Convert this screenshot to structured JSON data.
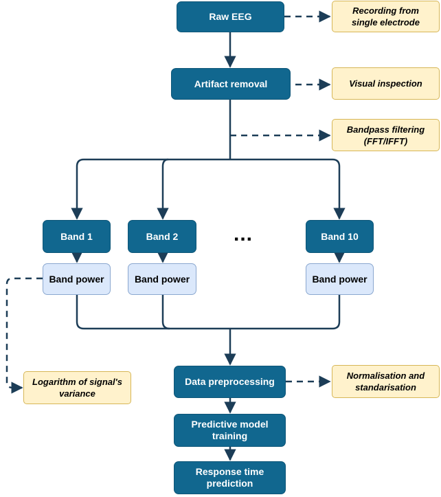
{
  "nodes": {
    "raw_eeg": "Raw EEG",
    "artifact_removal": "Artifact removal",
    "band1": "Band 1",
    "band2": "Band 2",
    "band10": "Band 10",
    "power1": "Band power",
    "power2": "Band power",
    "power10": "Band power",
    "data_preprocessing": "Data preprocessing",
    "model_training": "Predictive model\ntraining",
    "response_prediction": "Response time\nprediction"
  },
  "notes": {
    "recording": "Recording from\nsingle electrode",
    "visual": "Visual inspection",
    "bandpass": "Bandpass filtering\n(FFT/IFFT)",
    "logarithm": "Logarithm of signal's\nvariance",
    "normalisation": "Normalisation and\nstandarisation"
  },
  "ellipsis": "...",
  "colors": {
    "node": "#11678f",
    "band_power": "#dbe8fb",
    "note": "#fff2cc",
    "arrow": "#1c3d57"
  }
}
